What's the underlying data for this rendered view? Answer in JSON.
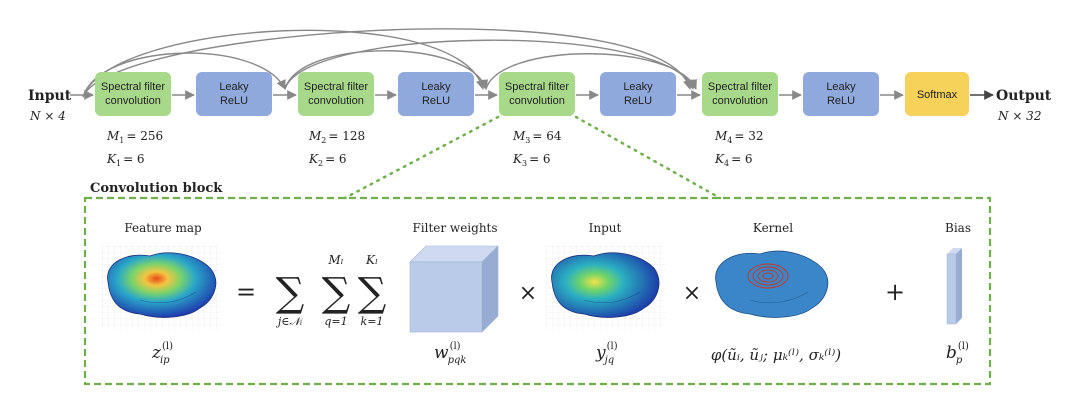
{
  "pipeline": {
    "input_label": "Input",
    "input_dim": "N × 4",
    "output_label": "Output",
    "output_dim": "N × 32",
    "spectral_label": [
      "Spectral filter",
      "convolution"
    ],
    "leaky_label": [
      "Leaky",
      "ReLU"
    ],
    "softmax_label": "Softmax",
    "layers": [
      {
        "m": "M",
        "m_sub": "1",
        "m_val": "= 256",
        "k": "K",
        "k_sub": "1",
        "k_val": "= 6"
      },
      {
        "m": "M",
        "m_sub": "2",
        "m_val": "= 128",
        "k": "K",
        "k_sub": "2",
        "k_val": "= 6"
      },
      {
        "m": "M",
        "m_sub": "3",
        "m_val": "= 64",
        "k": "K",
        "k_sub": "3",
        "k_val": "= 6"
      },
      {
        "m": "M",
        "m_sub": "4",
        "m_val": "= 32",
        "k": "K",
        "k_sub": "4",
        "k_val": "= 6"
      }
    ]
  },
  "block": {
    "title": "Convolution block",
    "feature_map": "Feature map",
    "filter_weights": "Filter weights",
    "input": "Input",
    "kernel": "Kernel",
    "bias": "Bias",
    "eq_equals": "=",
    "eq_times": "×",
    "eq_plus": "+",
    "sum_sym": "∑",
    "sum1_below": "j∈𝒩ᵢ",
    "sum2_below": "q=1",
    "sum2_above": "Mₗ",
    "sum3_below": "k=1",
    "sum3_above": "Kₗ",
    "z_formula": "z",
    "z_sup": "(l)",
    "z_sub": "ip",
    "w_formula": "w",
    "w_sup": "(l)",
    "w_sub": "pqk",
    "y_formula": "y",
    "y_sup": "(l)",
    "y_sub": "jq",
    "kernel_formula": "φ(ũᵢ, ũⱼ; μₖ⁽ˡ⁾, σₖ⁽ˡ⁾)",
    "b_formula": "b",
    "b_sup": "(l)",
    "b_sub": "p"
  },
  "colors": {
    "green_box": "#a8d88a",
    "blue_box": "#8fa9dc",
    "yellow_box": "#f7d25b",
    "dashed_border": "#6fb04a",
    "arrow": "#888888",
    "cube_front": "#b9cbe8",
    "cube_side": "#96acd3",
    "kernel_surface": "#3a86c8",
    "kernel_rings": "#c0392b"
  }
}
